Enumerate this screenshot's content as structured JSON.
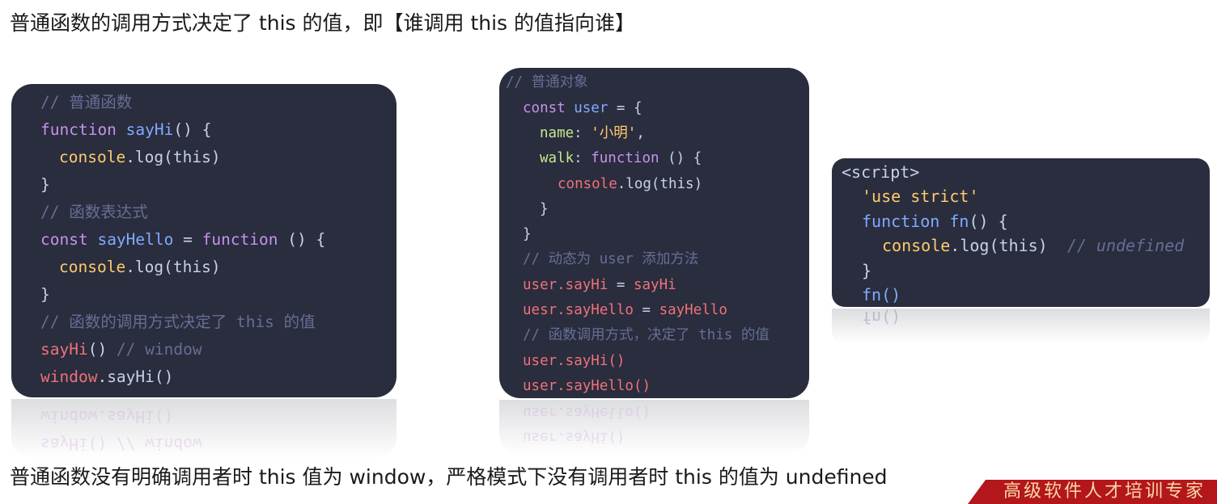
{
  "heading": "普通函数的调用方式决定了 this 的值，即【谁调用 this 的值指向谁】",
  "footer": "普通函数没有明确调用者时 this 值为 window，严格模式下没有调用者时 this 的值为 undefined",
  "badge": "高级软件人才培训专家",
  "card1": {
    "comment1": "// 普通函数",
    "kw_function": "function",
    "sayHi": "sayHi",
    "paren_open": "() {",
    "console": "console",
    "log_this": ".log(this)",
    "brace": "}",
    "comment2": "// 函数表达式",
    "kw_const": "const",
    "sayHello": "sayHello",
    "eq": " = ",
    "paren_open2": " () {",
    "comment3": "// 函数的调用方式决定了 this 的值",
    "call_parens": "()",
    "comment_window": " // window",
    "window": "window",
    "dot_sayHi": ".sayHi()"
  },
  "card2": {
    "comment1": "// 普通对象",
    "kw_const": "const",
    "user": "user",
    "eq_brace": " = {",
    "name_key": "name",
    "colon": ": ",
    "name_val": "'小明'",
    "comma": ",",
    "walk_key": "walk",
    "kw_function": "function",
    "paren": " () {",
    "console": "console",
    "log_this": ".log(this)",
    "brace": "}",
    "comment2": "// 动态为 user 添加方法",
    "user_sayHi": "user.sayHi",
    "eq": " = ",
    "sayHi": "sayHi",
    "uesr_sayHello": "uesr.sayHello",
    "sayHello": "sayHello",
    "comment3": "// 函数调用方式，决定了 this 的值",
    "call_sayHi": "user.sayHi()",
    "call_sayHello": "user.sayHello()"
  },
  "card3": {
    "script_tag": "<script>",
    "use_strict": "'use strict'",
    "kw_function": "function",
    "fn": "fn",
    "paren": "() {",
    "console": "console",
    "log_this": ".log(this)",
    "comment": "// undefined",
    "brace": "}",
    "call_fn": "fn()"
  }
}
